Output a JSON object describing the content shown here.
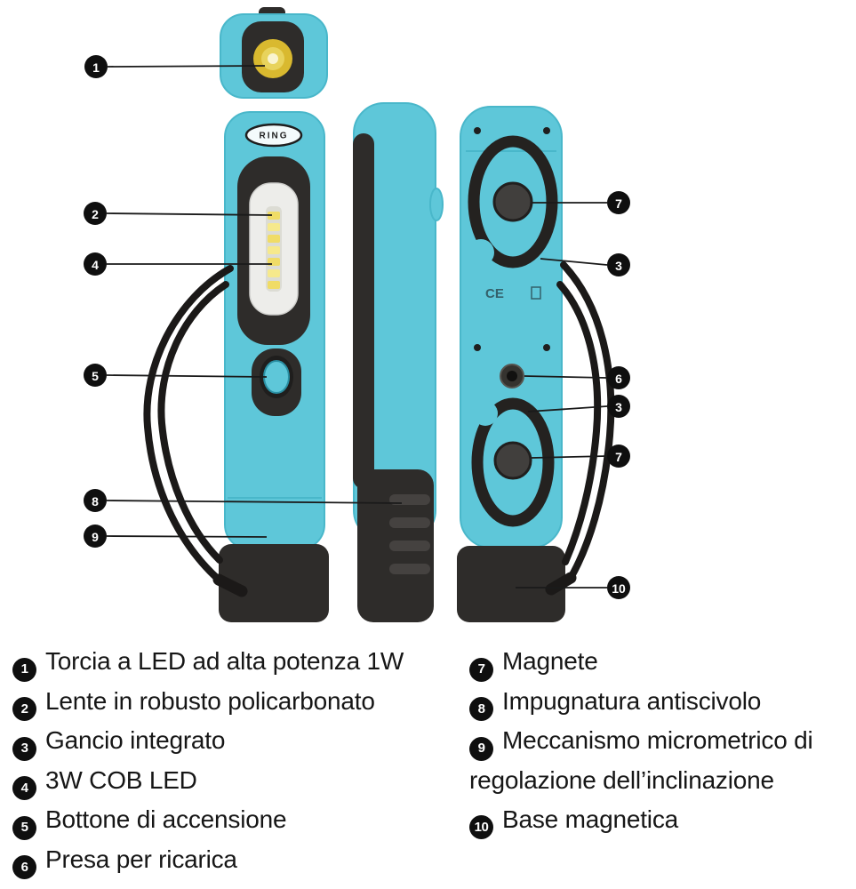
{
  "product": {
    "brand": "RING",
    "ce_mark": "CE"
  },
  "colors": {
    "teal_body": "#5ec7d9",
    "teal_edge": "#49b7ca",
    "dark_plastic": "#2e2c2a",
    "strap_black": "#1b1918",
    "led_yellow": "#d9b92f",
    "lens_white": "#ededea",
    "badge_black": "#0f0f0f"
  },
  "callouts": [
    "1",
    "2",
    "4",
    "5",
    "8",
    "9",
    "7",
    "3",
    "6",
    "3",
    "7",
    "10"
  ],
  "legend": {
    "left": [
      {
        "num": "1",
        "label": "Torcia a LED ad alta potenza 1W"
      },
      {
        "num": "2",
        "label": "Lente in robusto policarbonato"
      },
      {
        "num": "3",
        "label": "Gancio integrato"
      },
      {
        "num": "4",
        "label": "3W COB LED"
      },
      {
        "num": "5",
        "label": "Bottone di accensione"
      },
      {
        "num": "6",
        "label": "Presa per ricarica"
      }
    ],
    "right": [
      {
        "num": "7",
        "label": "Magnete"
      },
      {
        "num": "8",
        "label": "Impugnatura antiscivolo"
      },
      {
        "num": "9",
        "label": "Meccanismo micrometrico di regolazione dell’inclinazione"
      },
      {
        "num": "10",
        "label": "Base magnetica"
      }
    ]
  }
}
